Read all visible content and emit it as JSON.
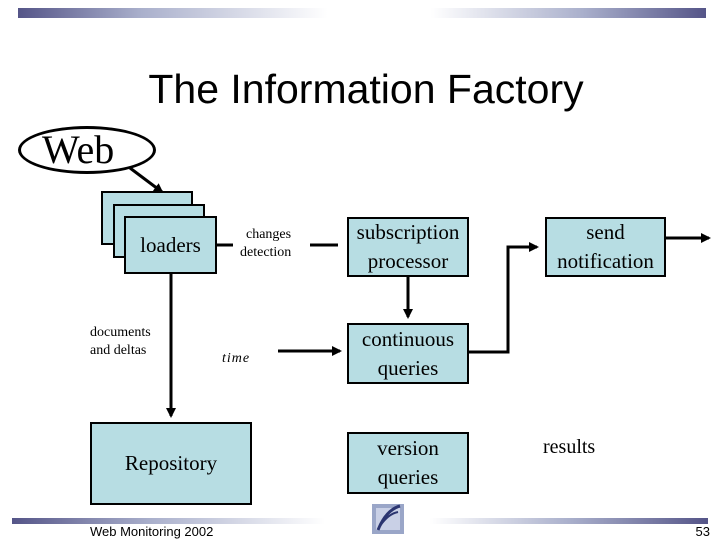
{
  "slide": {
    "title": "The Information Factory",
    "footer": "Web Monitoring 2002",
    "page_number": "53"
  },
  "diagram": {
    "web_label": "Web",
    "loaders_label": "loaders",
    "changes_label_line1": "changes",
    "changes_label_line2": "detection",
    "documents_label_line1": "documents",
    "documents_label_line2": "and deltas",
    "time_label": "time",
    "repository_label": "Repository",
    "subscription_line1": "subscription",
    "subscription_line2": "processor",
    "send_line1": "send",
    "send_line2": "notification",
    "continuous_line1": "continuous",
    "continuous_line2": "queries",
    "version_line1": "version",
    "version_line2": "queries",
    "results_label": "results"
  },
  "colors": {
    "box_fill": "#b7dde3",
    "line": "#000000",
    "accent_bar": "#555588"
  }
}
